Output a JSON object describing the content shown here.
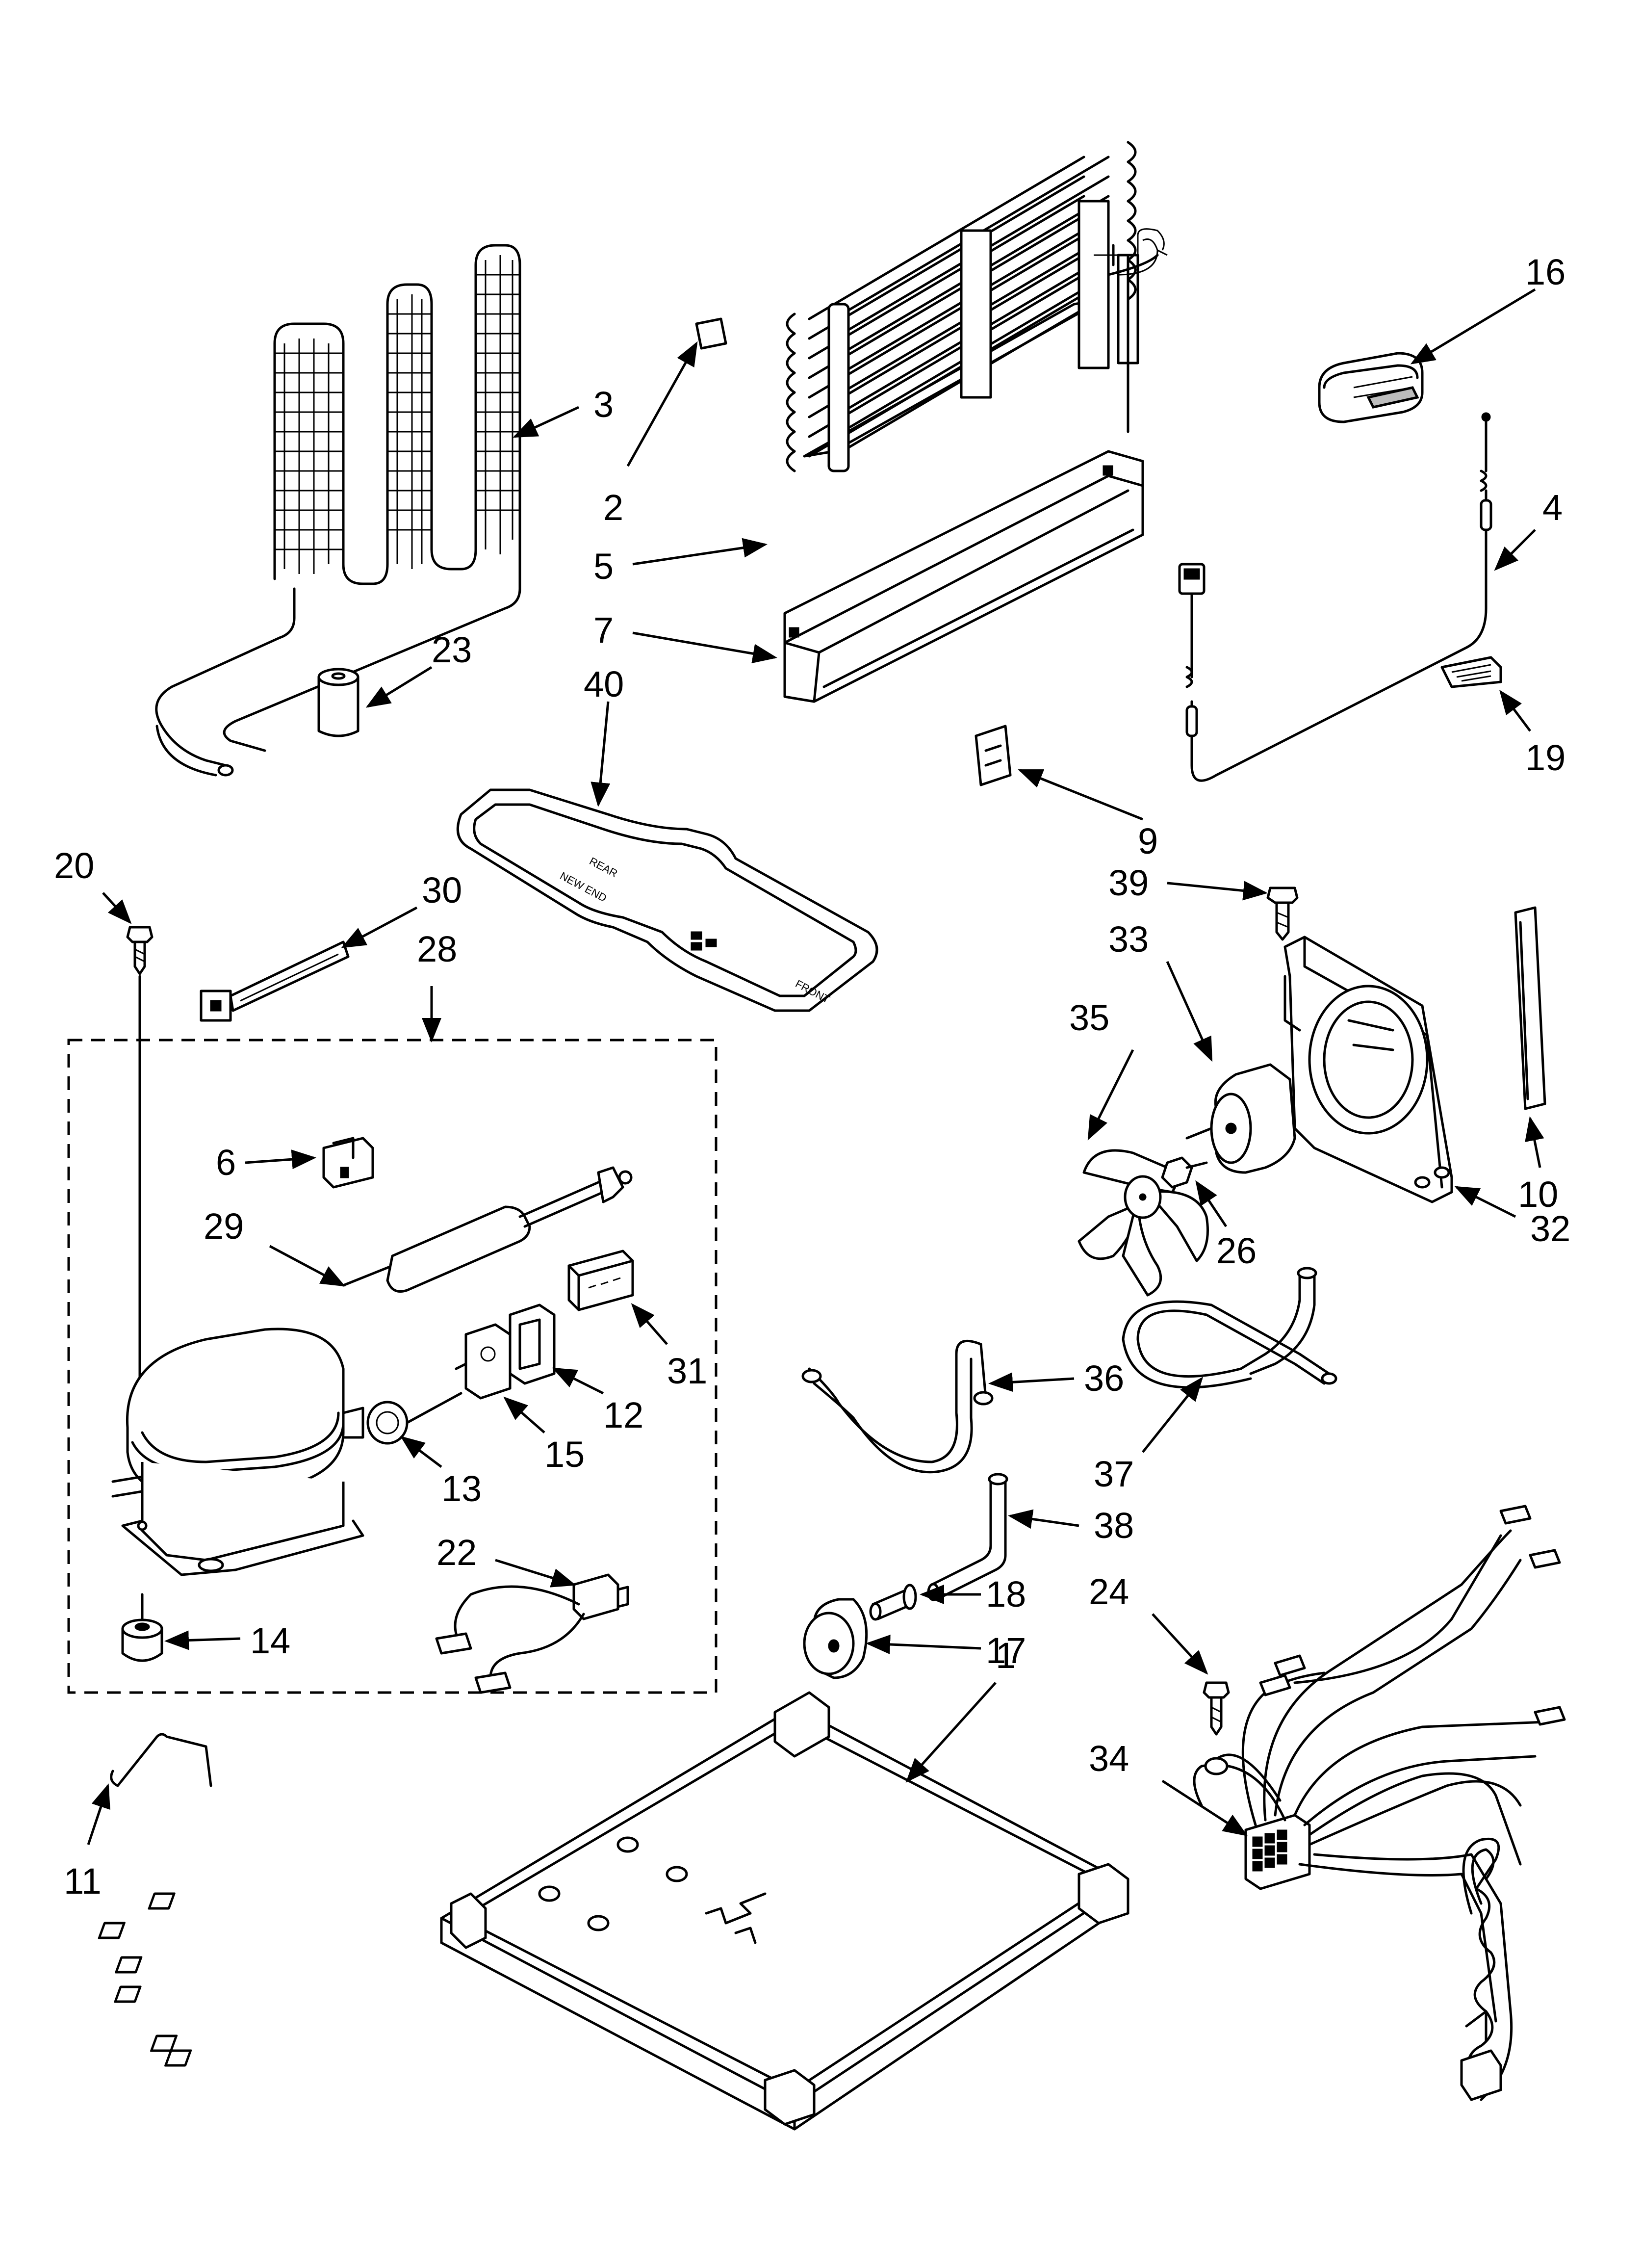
{
  "diagram": {
    "callouts": [
      {
        "id": "c1",
        "label": "1"
      },
      {
        "id": "c2",
        "label": "2"
      },
      {
        "id": "c3",
        "label": "3"
      },
      {
        "id": "c4",
        "label": "4"
      },
      {
        "id": "c5",
        "label": "5"
      },
      {
        "id": "c6",
        "label": "6"
      },
      {
        "id": "c7",
        "label": "7"
      },
      {
        "id": "c9",
        "label": "9"
      },
      {
        "id": "c10",
        "label": "10"
      },
      {
        "id": "c11",
        "label": "11"
      },
      {
        "id": "c12",
        "label": "12"
      },
      {
        "id": "c13",
        "label": "13"
      },
      {
        "id": "c14",
        "label": "14"
      },
      {
        "id": "c15",
        "label": "15"
      },
      {
        "id": "c16",
        "label": "16"
      },
      {
        "id": "c17",
        "label": "17"
      },
      {
        "id": "c18",
        "label": "18"
      },
      {
        "id": "c19",
        "label": "19"
      },
      {
        "id": "c20",
        "label": "20"
      },
      {
        "id": "c22",
        "label": "22"
      },
      {
        "id": "c23",
        "label": "23"
      },
      {
        "id": "c24",
        "label": "24"
      },
      {
        "id": "c26",
        "label": "26"
      },
      {
        "id": "c28",
        "label": "28"
      },
      {
        "id": "c29",
        "label": "29"
      },
      {
        "id": "c30",
        "label": "30"
      },
      {
        "id": "c31",
        "label": "31"
      },
      {
        "id": "c32",
        "label": "32"
      },
      {
        "id": "c33",
        "label": "33"
      },
      {
        "id": "c34",
        "label": "34"
      },
      {
        "id": "c35",
        "label": "35"
      },
      {
        "id": "c36",
        "label": "36"
      },
      {
        "id": "c37",
        "label": "37"
      },
      {
        "id": "c38",
        "label": "38"
      },
      {
        "id": "c39",
        "label": "39"
      },
      {
        "id": "c40",
        "label": "40"
      }
    ],
    "drain_pan_text": [
      "NEW END",
      "REAR",
      "FRONT"
    ]
  }
}
